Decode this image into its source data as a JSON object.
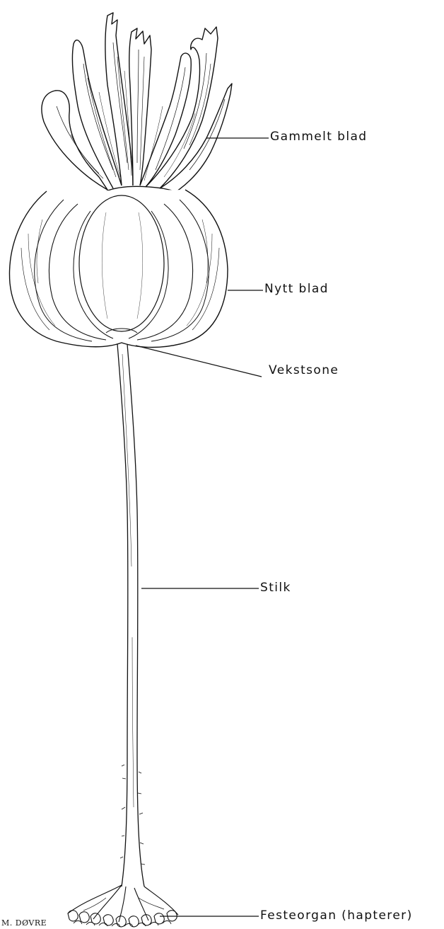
{
  "labels": {
    "old_leaf": "Gammelt blad",
    "new_leaf": "Nytt blad",
    "growth_zone": "Vekstsone",
    "stem": "Stilk",
    "holdfast": "Festeorgan (hapterer)"
  },
  "signature": "M. DØVRE",
  "colors": {
    "ink": "#111111",
    "paper": "#ffffff"
  }
}
